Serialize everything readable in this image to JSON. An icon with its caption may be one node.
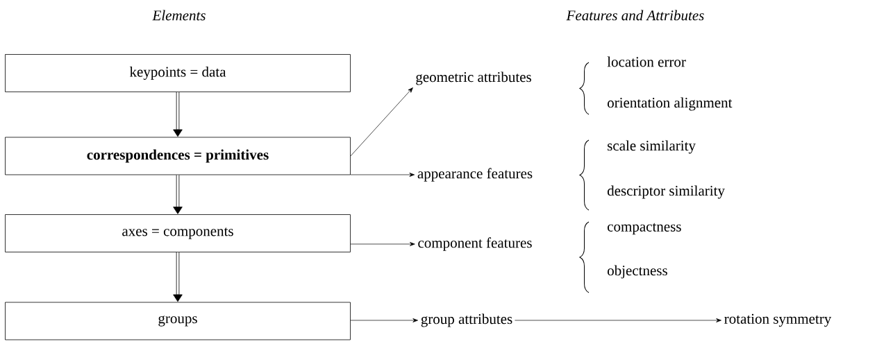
{
  "diagram": {
    "nodes": [
      {
        "text": [
          "keypoints = data"
        ]
      },
      {
        "text": [
          "correspondences = primitives"
        ]
      },
      {
        "text": [
          "axes = components"
        ]
      },
      {
        "text": [
          "groups"
        ]
      },
      {
        "text": [
          "geometric attributes"
        ]
      },
      {
        "text": [
          "appearance features"
        ]
      },
      {
        "text": [
          "component features"
        ]
      },
      {
        "text": [
          "group attributes"
        ]
      },
      {
        "text": [
          "rotation symmetry"
        ]
      }
    ],
    "edges": [
      {
        "from": 0,
        "to": 1,
        "arrow": "to",
        "style": "thick"
      },
      {
        "from": 1,
        "to": 2,
        "arrow": "to",
        "style": "thick"
      },
      {
        "from": 2,
        "to": 3,
        "arrow": "to",
        "style": "thick"
      },
      {
        "from": 1,
        "to": 4,
        "arrow": "to"
      },
      {
        "from": 1,
        "to": 5,
        "arrow": "to"
      },
      {
        "from": 2,
        "to": 6,
        "arrow": "to"
      },
      {
        "from": 3,
        "to": 7,
        "arrow": "to"
      },
      {
        "from": 7,
        "to": 8,
        "arrow": "to"
      }
    ],
    "labels": [
      "Elements",
      "Features and Attributes",
      "location error",
      "orientation alignment",
      "scale similarity",
      "descriptor similarity",
      "compactness",
      "objectness"
    ]
  }
}
